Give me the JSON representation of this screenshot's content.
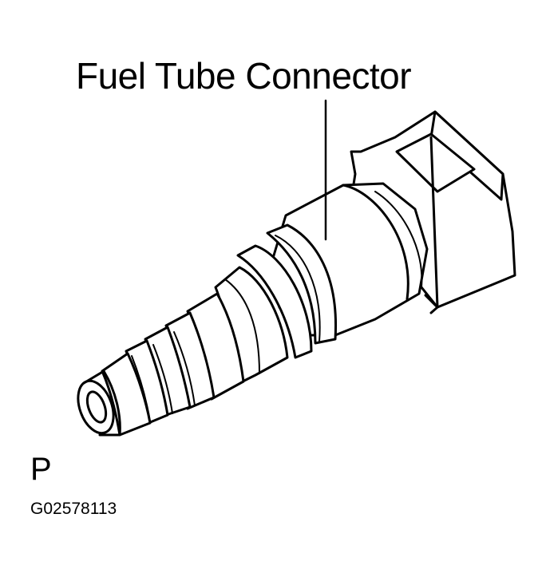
{
  "callout": {
    "label": "Fuel Tube Connector"
  },
  "figure": {
    "view_letter": "P",
    "figure_code": "G02578113"
  }
}
